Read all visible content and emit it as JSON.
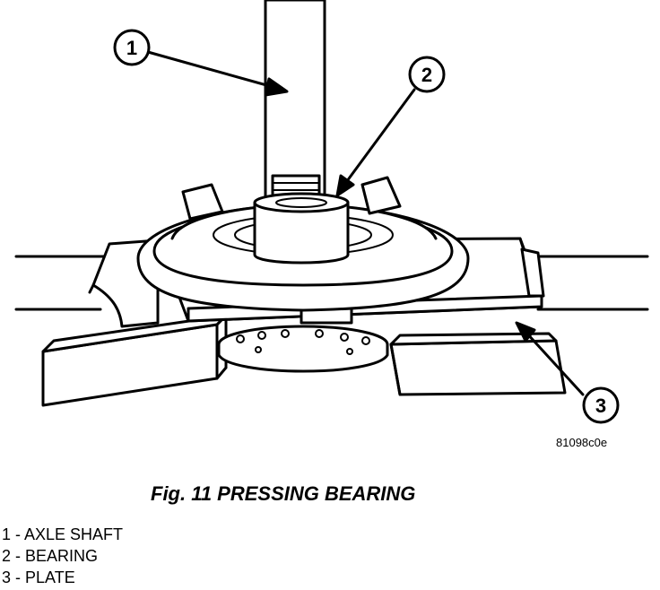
{
  "figure": {
    "code": "81098c0e",
    "caption": "Fig. 11 PRESSING BEARING",
    "callouts": [
      "1",
      "2",
      "3"
    ]
  },
  "legend": [
    "1 - AXLE SHAFT",
    "2 - BEARING",
    "3 - PLATE"
  ]
}
